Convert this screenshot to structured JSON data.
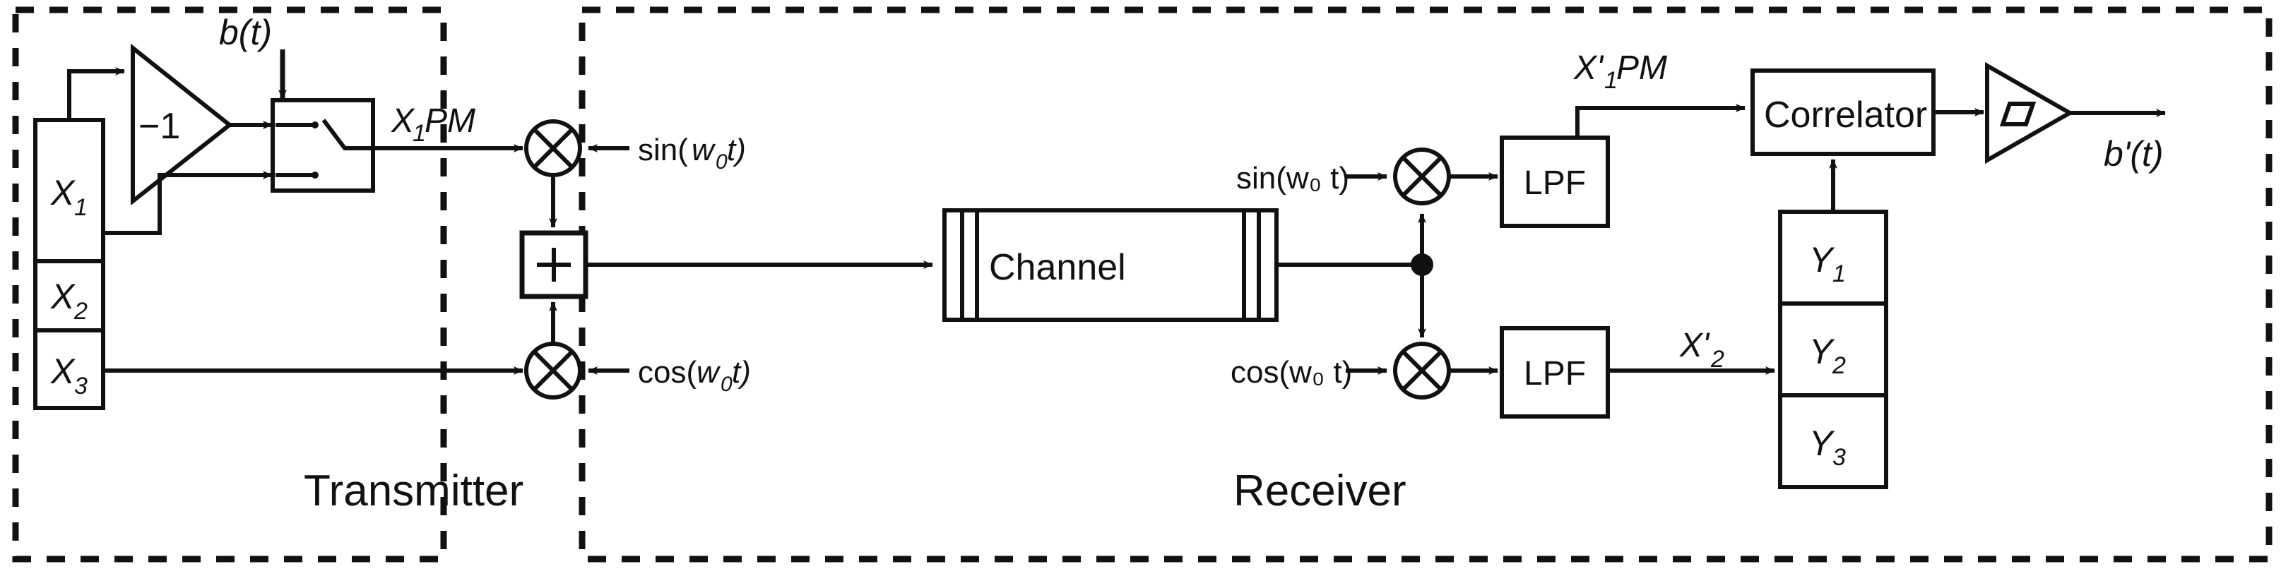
{
  "diagram": {
    "title": "PM-based transmitter / receiver block diagram",
    "stroke_color": "#111111",
    "background_color": "#ffffff"
  },
  "transmitter": {
    "section_label": "Transmitter",
    "inverter_gain": "−1",
    "bit_signal_label": "b(t)",
    "switch_output_label": "X₁PM",
    "sin_carrier_label": "sin(w₀ t)",
    "cos_carrier_label": "cos(w₀ t)",
    "adder_symbol": "+",
    "sin_label_main": "sin(",
    "sin_label_sub": "0",
    "sin_label_tail": " t)",
    "cos_label_main": "cos(",
    "x_stack": [
      {
        "label": "X",
        "sub": "1"
      },
      {
        "label": "X",
        "sub": "2"
      },
      {
        "label": "X",
        "sub": "3"
      }
    ],
    "x1pm_main": "X",
    "x1pm_sub": "1",
    "x1pm_tail": "PM"
  },
  "channel": {
    "label": "Channel"
  },
  "receiver": {
    "section_label": "Receiver",
    "sin_carrier_label": "sin(w₀ t)",
    "cos_carrier_label": "cos(w₀ t)",
    "lpf_upper_label": "LPF",
    "lpf_lower_label": "LPF",
    "correlator_label": "Correlator",
    "x1pm_prime_main": "X'",
    "x1pm_prime_sub": "1",
    "x1pm_prime_tail": "PM",
    "x2_prime_main": "X'",
    "x2_prime_sub": "2",
    "output_label_main": "b'(t)",
    "y_stack": [
      {
        "label": "Y",
        "sub": "1"
      },
      {
        "label": "Y",
        "sub": "2"
      },
      {
        "label": "Y",
        "sub": "3"
      }
    ]
  },
  "icons": {
    "multiplier": "circled-x-multiplier-icon",
    "adder": "boxed-plus-adder-icon",
    "inverter": "triangle-amplifier-icon",
    "decision": "triangle-decision-device-icon",
    "switch": "spdt-switch-icon",
    "junction": "junction-dot-icon",
    "arrow": "arrowhead-icon"
  }
}
